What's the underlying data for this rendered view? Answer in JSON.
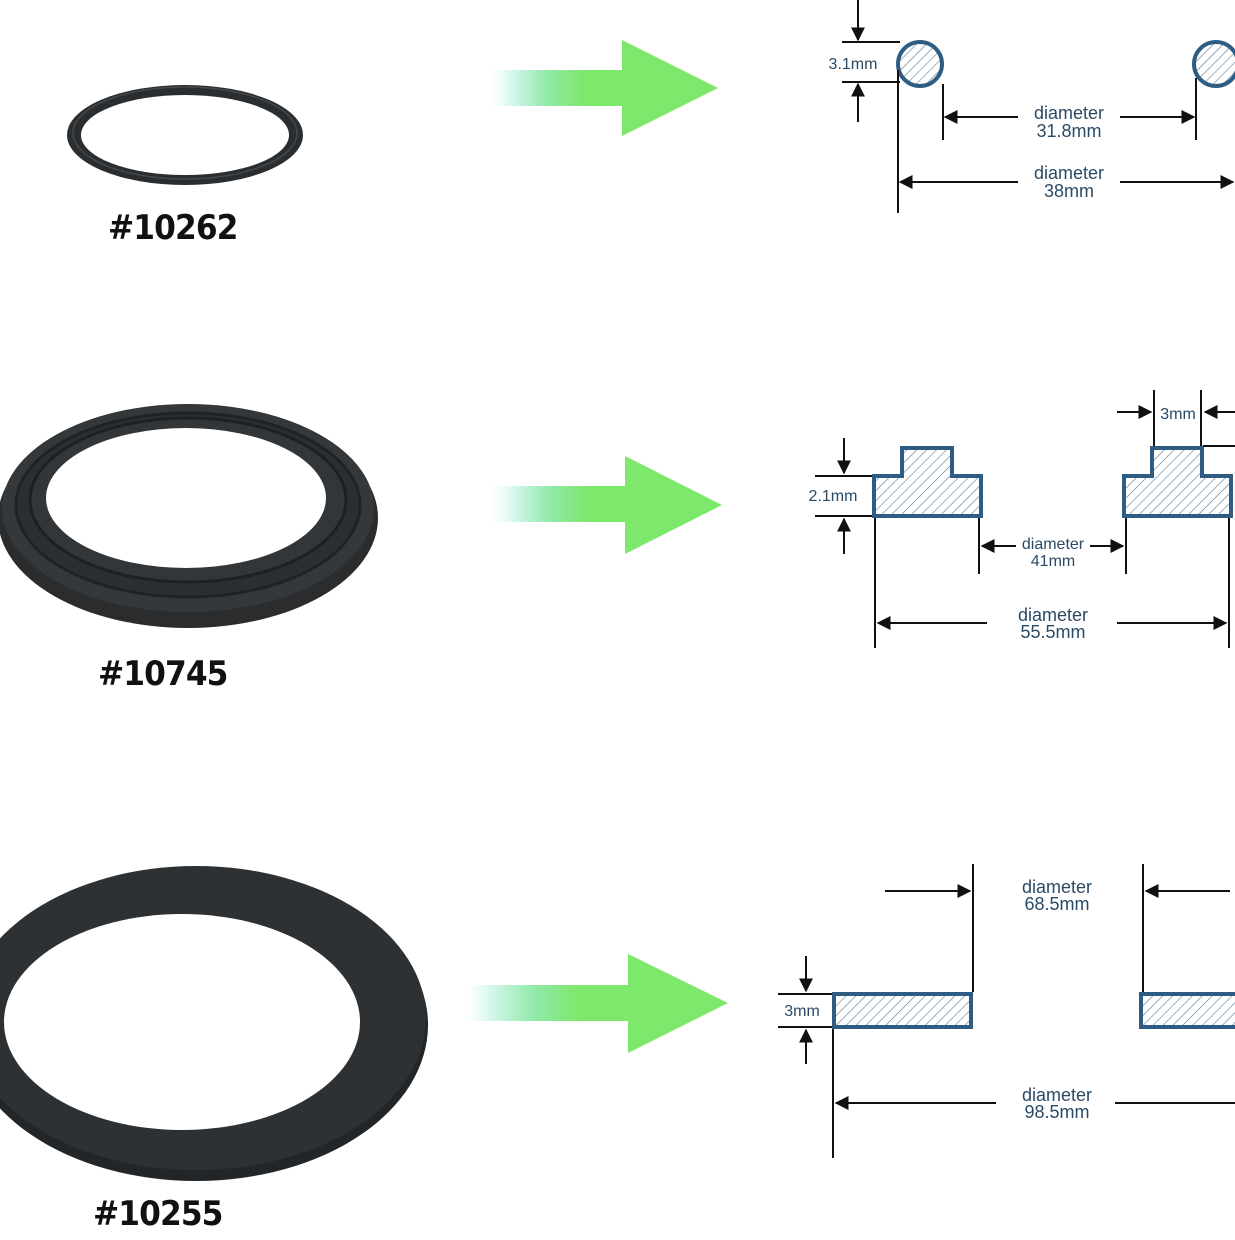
{
  "parts": [
    {
      "id": "#10262",
      "profile": "round",
      "thickness": "3.1mm",
      "inner": {
        "label": "diameter",
        "value": "31.8mm"
      },
      "outer": {
        "label": "diameter",
        "value": "38mm"
      }
    },
    {
      "id": "#10745",
      "profile": "stepped",
      "thickness": "2.1mm",
      "step_width": "3mm",
      "inner": {
        "label": "diameter",
        "value": "41mm"
      },
      "outer": {
        "label": "diameter",
        "value": "55.5mm"
      }
    },
    {
      "id": "#10255",
      "profile": "flat",
      "thickness": "3mm",
      "inner": {
        "label": "diameter",
        "value": "68.5mm"
      },
      "outer": {
        "label": "diameter",
        "value": "98.5mm"
      }
    }
  ],
  "colors": {
    "arrow": "#7ee86c",
    "profile_stroke": "#2e5c82",
    "hatch": "#5a7a94",
    "dimension_text": "#2a4a66",
    "gasket": "#2b2e30"
  },
  "icons": [
    "right-arrow-icon",
    "dimension-arrow-icon"
  ]
}
